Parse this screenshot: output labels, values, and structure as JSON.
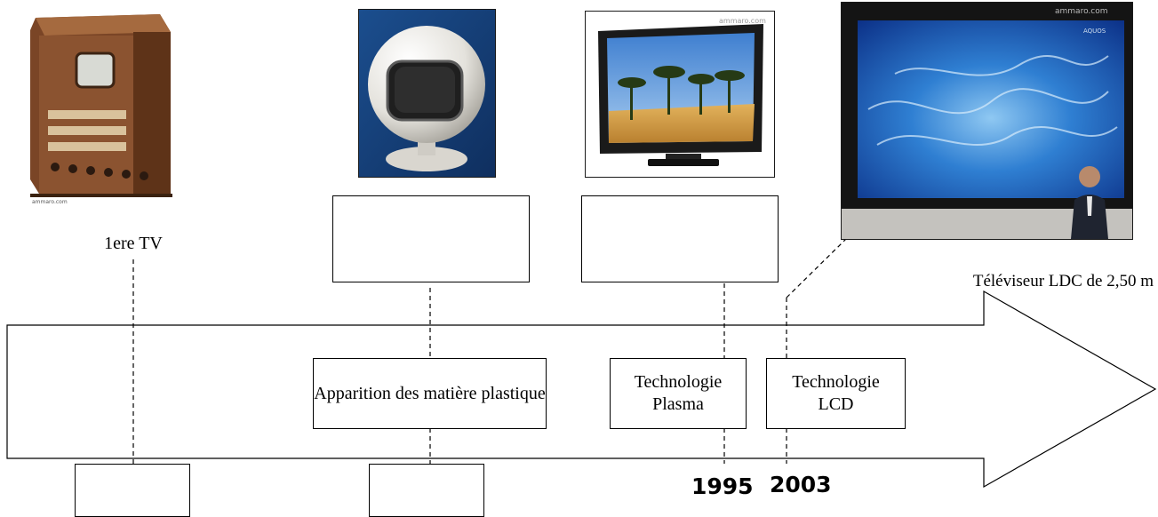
{
  "timeline": {
    "milestones": [
      {
        "caption": "1ere TV"
      },
      {
        "caption": "Apparition des matière plastique"
      },
      {
        "caption": "Technologie Plasma",
        "year": "1995"
      },
      {
        "caption": "Technologie LCD",
        "year": "2003"
      }
    ],
    "lcd_photo_caption": "Téléviseur LDC de 2,50 m",
    "watermark": "ammaro.com"
  }
}
